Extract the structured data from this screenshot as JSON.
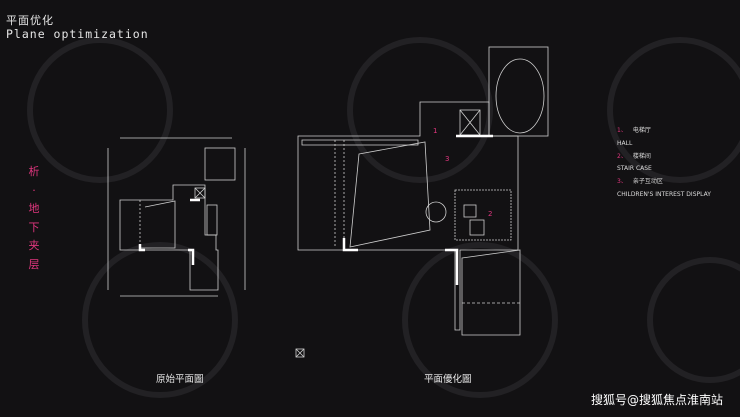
{
  "header": {
    "title_cn": "平面优化",
    "title_en": "Plane optimization"
  },
  "side_label": [
    "析",
    "·",
    "地",
    "下",
    "夹",
    "层"
  ],
  "legend": [
    {
      "num": "1、",
      "cn": "电梯厅",
      "en": "HALL"
    },
    {
      "num": "2、",
      "cn": "楼梯间",
      "en": "STAIR CASE"
    },
    {
      "num": "3、",
      "cn": "亲子互动区",
      "en": "CHILDREN'S INTEREST DISPLAY"
    }
  ],
  "plan_markers": [
    "1",
    "2",
    "3"
  ],
  "captions": {
    "original": "原始平面圖",
    "optimized": "平面優化圖"
  },
  "watermark": "搜狐号@搜狐焦点淮南站",
  "colors": {
    "accent": "#e0367e",
    "background": "#121113"
  }
}
